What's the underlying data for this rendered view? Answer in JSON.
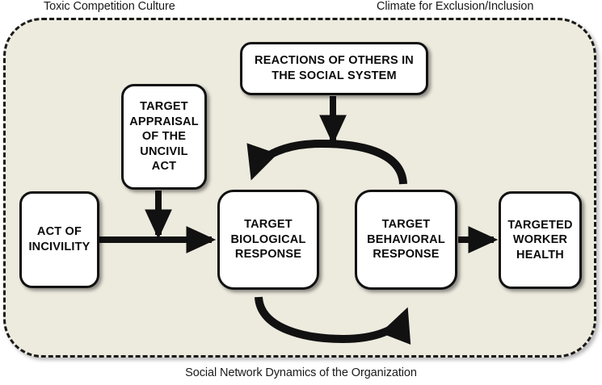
{
  "diagram": {
    "title_top_left": "Toxic Competition Culture",
    "title_top_right": "Climate for Exclusion/Inclusion",
    "title_bottom": "Social Network Dynamics of the Organization",
    "colors": {
      "container_fill": "#edeade",
      "container_border": "#1a1a1a",
      "node_fill": "#ffffff",
      "node_border": "#111111",
      "arrow": "#111111",
      "text": "#0b0b0b"
    },
    "nodes": [
      {
        "id": "reactions",
        "label": "REACTIONS OF OTHERS IN THE SOCIAL SYSTEM"
      },
      {
        "id": "appraisal",
        "label": "TARGET APPRAISAL OF THE UNCIVIL ACT"
      },
      {
        "id": "incivility",
        "label": "ACT OF INCIVILITY"
      },
      {
        "id": "biological",
        "label": "TARGET BIOLOGICAL RESPONSE"
      },
      {
        "id": "behavioral",
        "label": "TARGET BEHAVIORAL RESPONSE"
      },
      {
        "id": "health",
        "label": "TARGETED WORKER HEALTH"
      }
    ],
    "edges": [
      {
        "id": "incivility-to-biological",
        "from": "incivility",
        "to": "biological",
        "style": "straight-horizontal"
      },
      {
        "id": "appraisal-to-path",
        "from": "appraisal",
        "to": "incivility-to-biological",
        "style": "straight-vertical"
      },
      {
        "id": "reactions-to-arc",
        "from": "reactions",
        "to": "top-arc",
        "style": "straight-vertical"
      },
      {
        "id": "behavioral-to-biological",
        "from": "behavioral",
        "to": "biological",
        "style": "curved-arc-top"
      },
      {
        "id": "biological-to-behavioral",
        "from": "biological",
        "to": "behavioral",
        "style": "curved-arc-bottom"
      },
      {
        "id": "behavioral-to-health",
        "from": "behavioral",
        "to": "health",
        "style": "straight-horizontal"
      }
    ]
  }
}
